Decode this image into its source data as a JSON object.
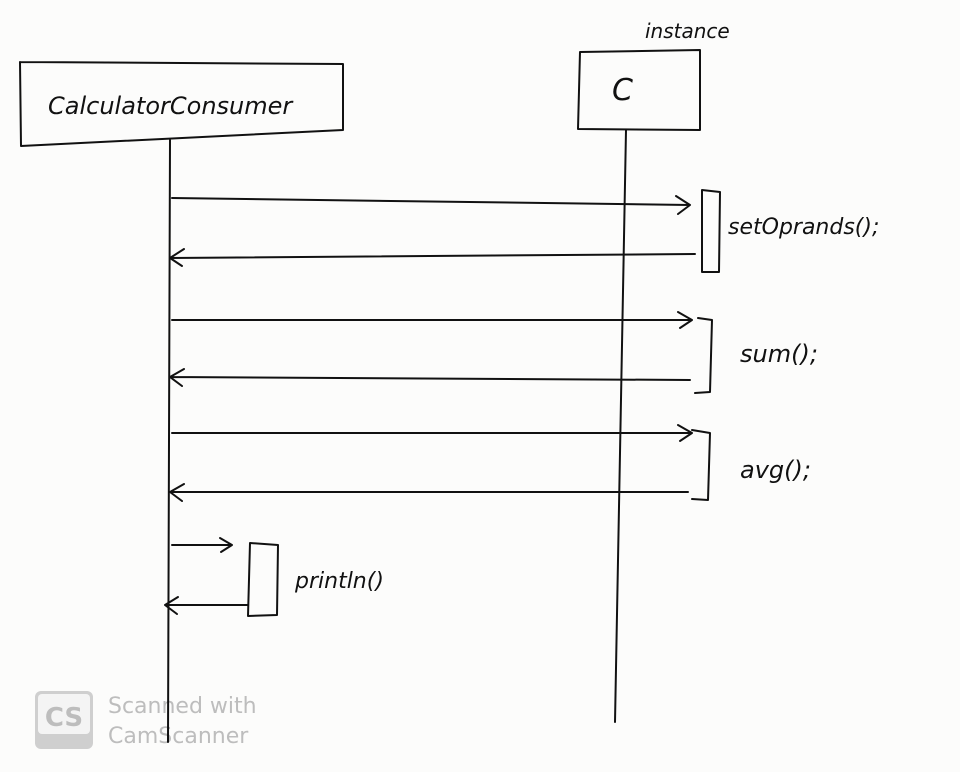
{
  "diagram": {
    "type": "sequence",
    "participants": [
      {
        "name": "CalculatorConsumer",
        "stereotype": ""
      },
      {
        "name": "C",
        "stereotype": "instance"
      }
    ],
    "messages": [
      {
        "label": "setOprands();",
        "from": "CalculatorConsumer",
        "to": "C"
      },
      {
        "label": "sum();",
        "from": "CalculatorConsumer",
        "to": "C"
      },
      {
        "label": "avg();",
        "from": "CalculatorConsumer",
        "to": "C"
      },
      {
        "label": "println()",
        "from": "CalculatorConsumer",
        "to": "CalculatorConsumer"
      }
    ]
  },
  "watermark": {
    "logo": "CS",
    "line1": "Scanned with",
    "line2": "CamScanner"
  }
}
